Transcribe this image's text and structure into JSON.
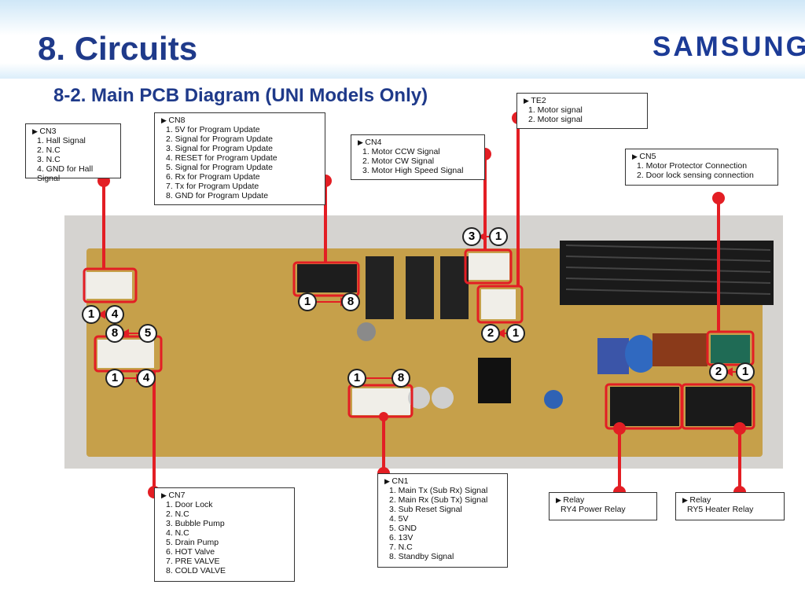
{
  "header": {
    "title": "8. Circuits",
    "logo": "SAMSUNG"
  },
  "subtitle": "8-2. Main PCB Diagram (UNI Models Only)",
  "callouts": {
    "cn3": {
      "head": "CN3",
      "items": [
        "1. Hall Signal",
        "2. N.C",
        "3. N.C",
        "4. GND for Hall Signal"
      ]
    },
    "cn8": {
      "head": "CN8",
      "items": [
        "1.  5V for Program Update",
        "2.  Signal for Program Update",
        "3.  Signal for Program Update",
        "4.  RESET for Program Update",
        "5.  Signal for Program Update",
        "6.  Rx for Program Update",
        "7.  Tx for Program Update",
        "8.  GND for Program Update"
      ]
    },
    "cn4": {
      "head": "CN4",
      "items": [
        "1.  Motor  CCW Signal",
        "2.  Motor  CW Signal",
        "3.  Motor High Speed Signal"
      ]
    },
    "te2": {
      "head": "TE2",
      "items": [
        "1. Motor signal",
        "2. Motor signal"
      ]
    },
    "cn5": {
      "head": "CN5",
      "items": [
        "1. Motor Protector Connection",
        "2. Door lock sensing connection"
      ]
    },
    "cn7": {
      "head": "CN7",
      "items": [
        "1.  Door Lock",
        "2.  N.C",
        "3.  Bubble Pump",
        "4.  N.C",
        "5.  Drain Pump",
        "6.  HOT Valve",
        "7.  PRE VALVE",
        "8.  COLD VALVE"
      ]
    },
    "cn1": {
      "head": "CN1",
      "items": [
        "1. Main Tx (Sub Rx) Signal",
        "2. Main Rx (Sub Tx) Signal",
        "3. Sub Reset Signal",
        "4. 5V",
        "5. GND",
        "6. 13V",
        "7. N.C",
        "8. Standby Signal"
      ]
    },
    "ry4": {
      "head": "Relay",
      "items": [
        "RY4 Power Relay"
      ]
    },
    "ry5": {
      "head": "Relay",
      "items": [
        "RY5 Heater Relay"
      ]
    }
  },
  "pins": {
    "cn4_a": "3",
    "cn4_b": "1",
    "cn8_a": "1",
    "cn8_b": "8",
    "cn3_a": "1",
    "cn3_b": "4",
    "cn7_top_a": "8",
    "cn7_top_b": "5",
    "cn7_bot_a": "1",
    "cn7_bot_b": "4",
    "te2_a": "2",
    "te2_b": "1",
    "cn1_a": "1",
    "cn1_b": "8",
    "cn5_a": "2",
    "cn5_b": "1"
  },
  "colors": {
    "title": "#1f3a8a",
    "accent": "#e31e24",
    "pcb": "#c6a04a"
  }
}
